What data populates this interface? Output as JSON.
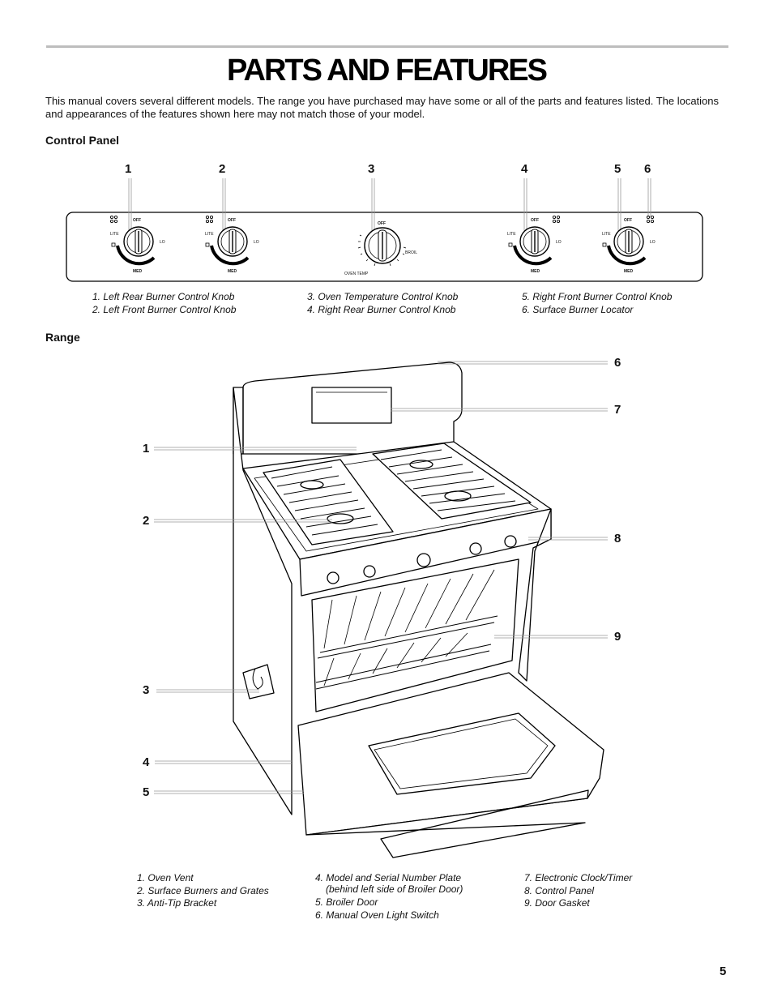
{
  "page": {
    "title": "PARTS AND FEATURES",
    "intro": "This manual covers several different models. The range you have purchased may have some or all of the parts and features listed. The locations and appearances of the features shown here may not match those of your model.",
    "page_number": "5"
  },
  "control_panel": {
    "heading": "Control Panel",
    "callout_numbers": [
      "1",
      "2",
      "3",
      "4",
      "5",
      "6"
    ],
    "knob_labels": {
      "off": "OFF",
      "lite": "LITE",
      "lo": "LO",
      "med": "MED",
      "oven_temp": "OVEN TEMP",
      "broil": "BROIL"
    },
    "captions": {
      "col1": [
        "1. Left Rear Burner Control Knob",
        "2. Left Front Burner Control Knob"
      ],
      "col2": [
        "3. Oven Temperature Control Knob",
        "4. Right Rear Burner Control Knob"
      ],
      "col3": [
        "5. Right Front Burner Control Knob",
        "6. Surface Burner Locator"
      ]
    }
  },
  "range": {
    "heading": "Range",
    "callout_numbers": {
      "left": [
        "1",
        "2",
        "3",
        "4",
        "5"
      ],
      "right": [
        "6",
        "7",
        "8",
        "9"
      ]
    },
    "captions": {
      "col1": [
        "1. Oven Vent",
        "2. Surface Burners and Grates",
        "3. Anti-Tip Bracket"
      ],
      "col2": [
        "4. Model and Serial Number Plate",
        "(behind left side of Broiler Door)",
        "5. Broiler Door",
        "6. Manual Oven Light Switch"
      ],
      "col3": [
        "7. Electronic Clock/Timer",
        "8. Control Panel",
        "9. Door Gasket"
      ]
    }
  }
}
